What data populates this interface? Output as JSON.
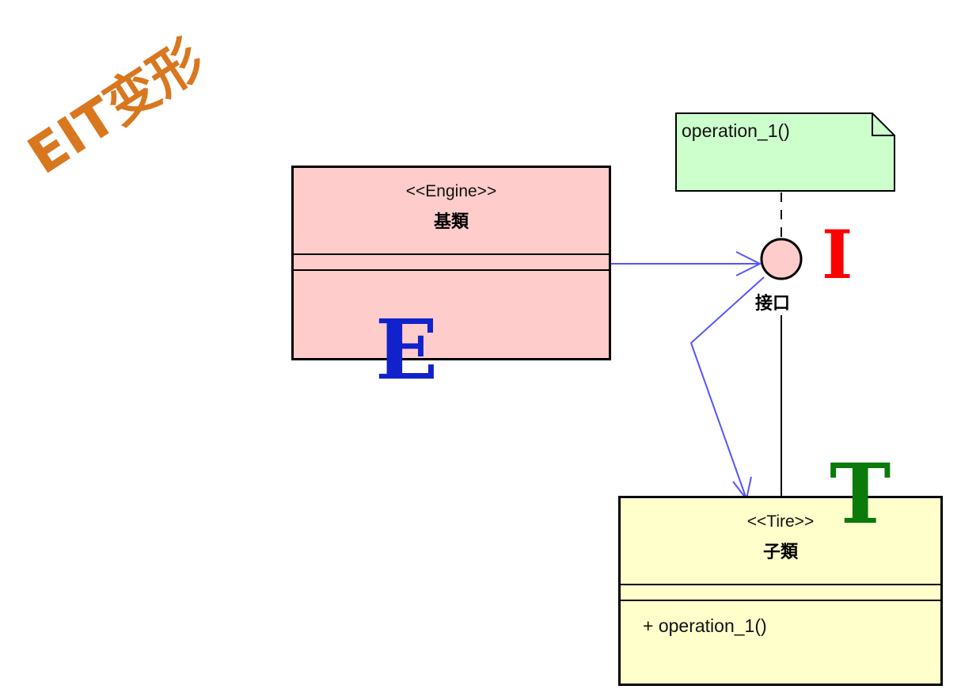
{
  "title": "EIT变形",
  "engine_class": {
    "stereotype": "<<Engine>>",
    "name": "基類"
  },
  "tire_class": {
    "stereotype": "<<Tire>>",
    "name": "子類",
    "operation": "+ operation_1()"
  },
  "note": {
    "text": "operation_1()"
  },
  "interface": {
    "label": "接口"
  },
  "letters": {
    "e": "E",
    "i": "I",
    "t": "T"
  },
  "colors": {
    "title": "#d9771f",
    "engine_fill": "#ffcccc",
    "tire_fill": "#ffffcc",
    "note_fill": "#ccffcc",
    "interface_fill": "#ffcccc",
    "arrow": "#5555ff",
    "letter_e": "#1122cc",
    "letter_i": "#ff0000",
    "letter_t": "#0a7a0a"
  }
}
